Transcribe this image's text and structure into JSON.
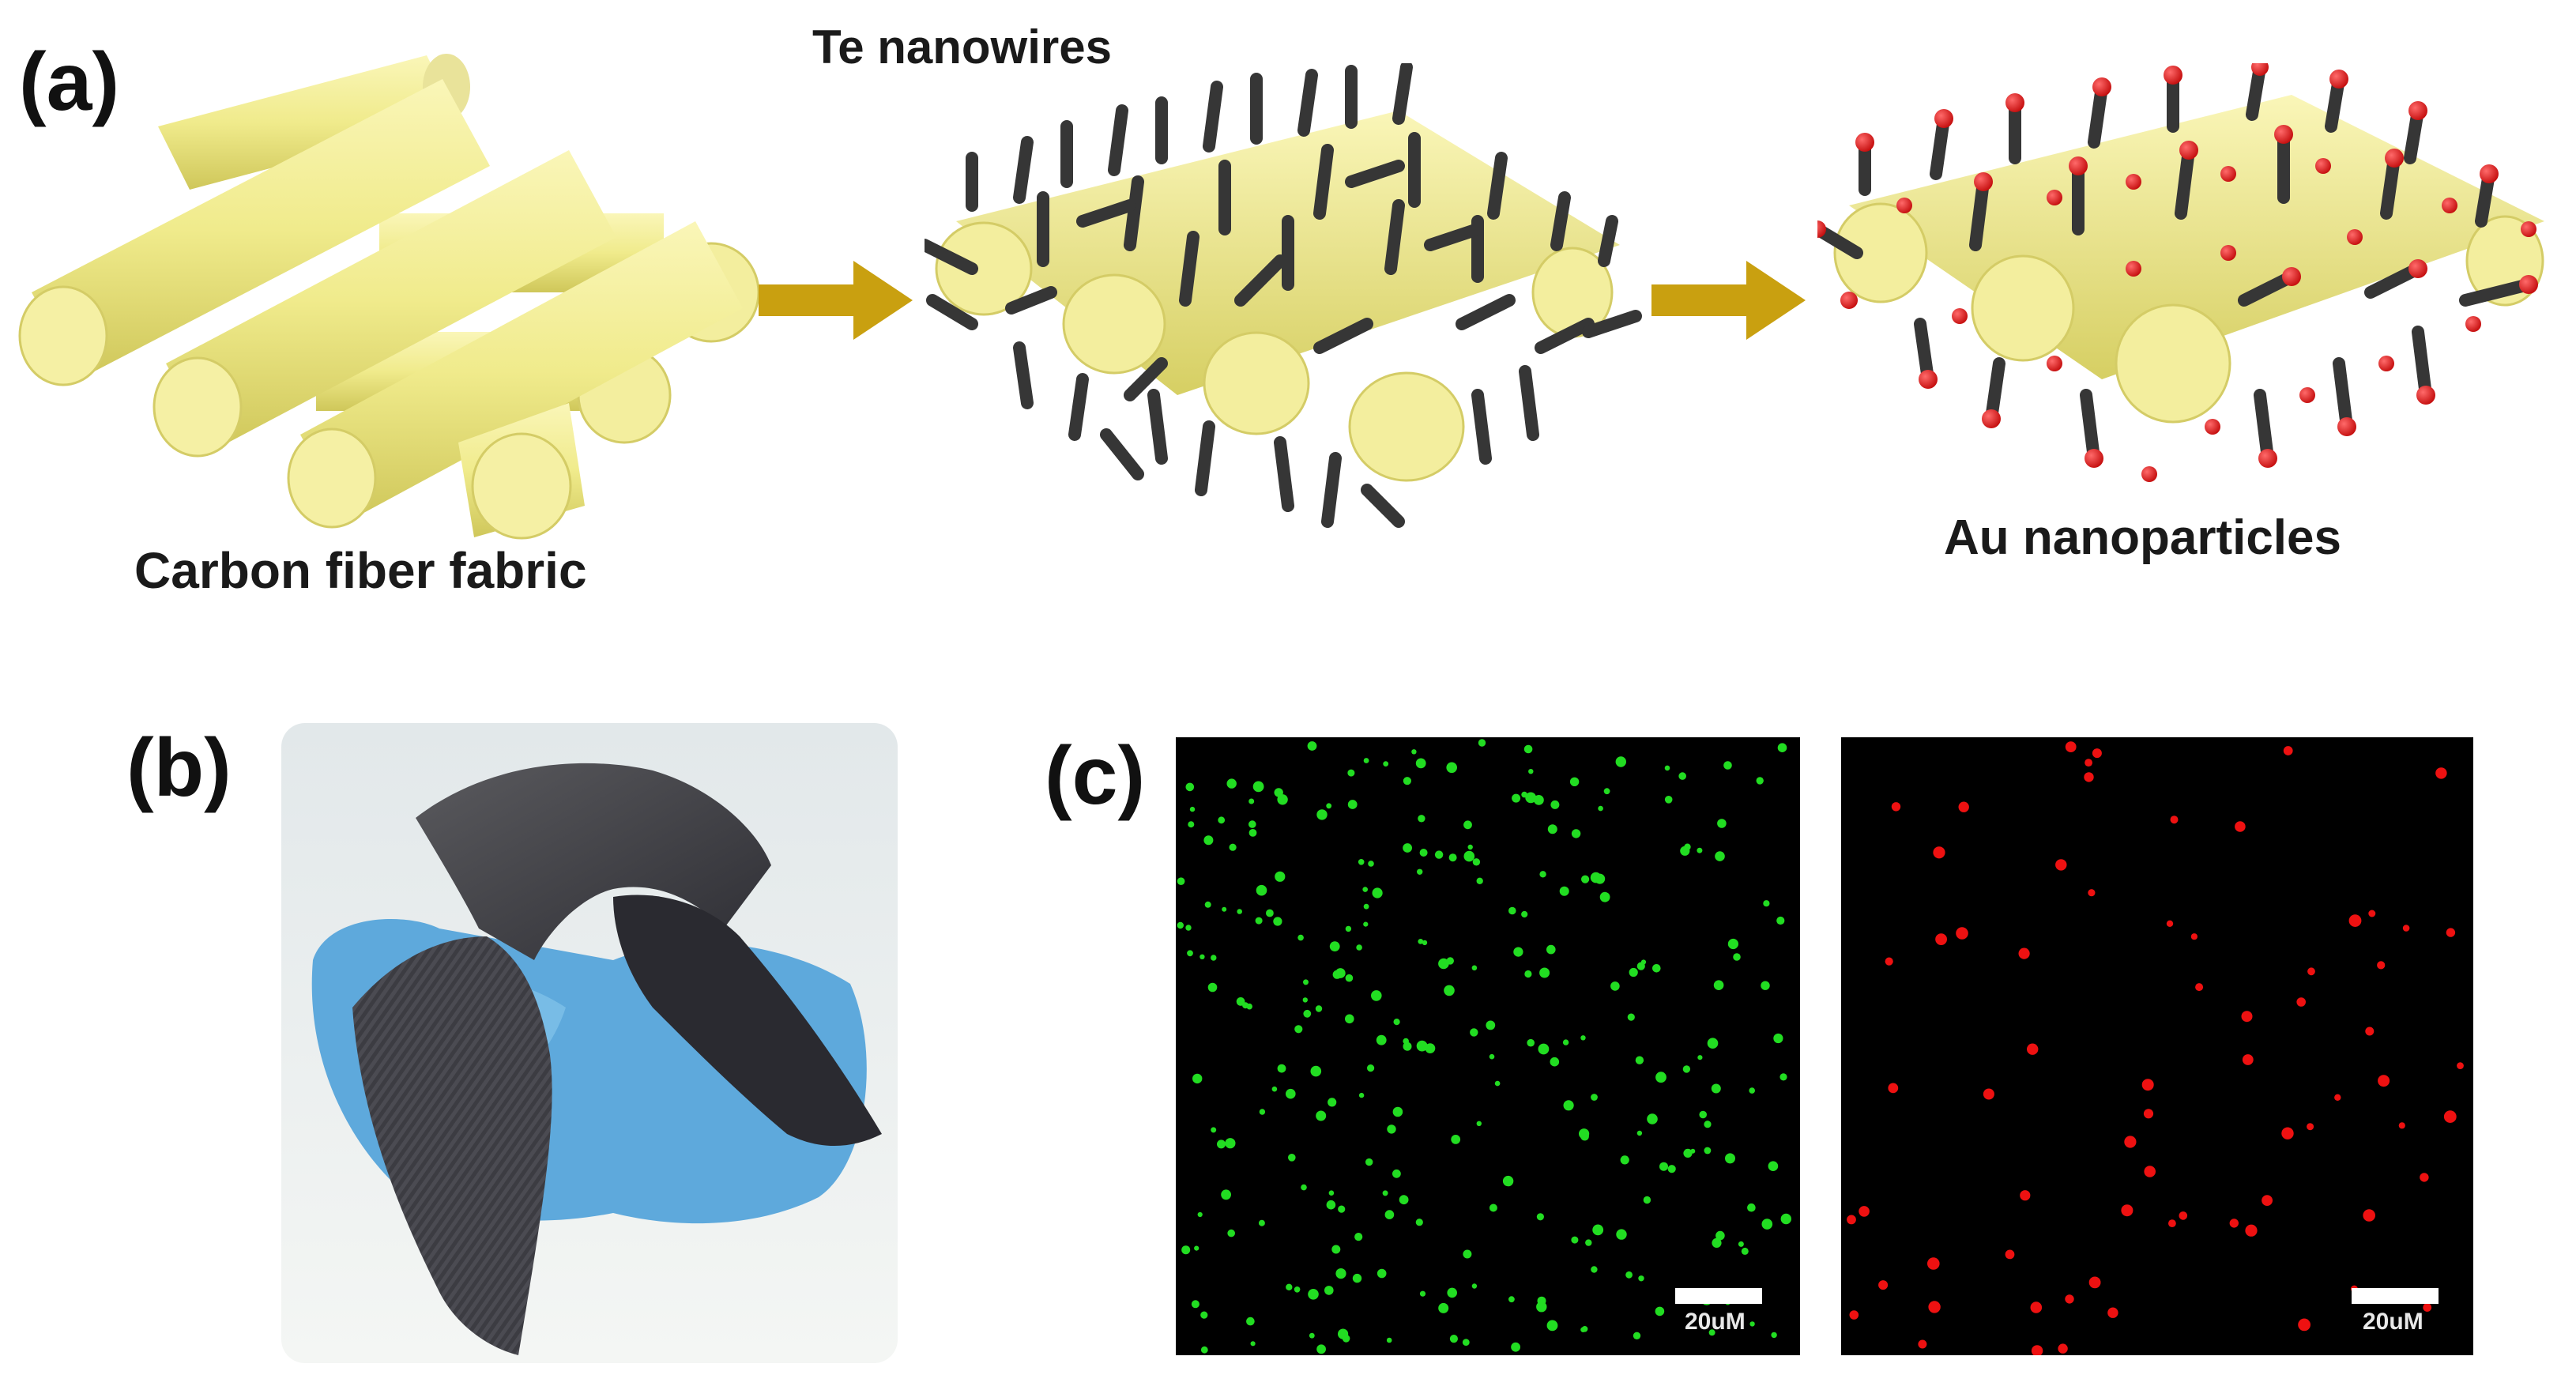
{
  "panels": {
    "a": {
      "label": "(a)",
      "captions": {
        "carbon_fiber": "Carbon fiber fabric",
        "te_nanowires": "Te nanowires",
        "au_nanoparticles": "Au nanoparticles"
      }
    },
    "b": {
      "label": "(b)"
    },
    "c": {
      "label": "(c)",
      "images": [
        {
          "channel_color": "#22dd22",
          "scale_bar": "20uM"
        },
        {
          "channel_color": "#ee1111",
          "scale_bar": "20uM"
        }
      ]
    }
  },
  "colors": {
    "fiber": "#f0eb8c",
    "fiber_shade": "#d6cf63",
    "nanowire": "#3a3a3a",
    "arrow": "#c9a010",
    "particle": "#e01818",
    "glove": "#5ea9dc",
    "fabric": "#3b3b40"
  }
}
